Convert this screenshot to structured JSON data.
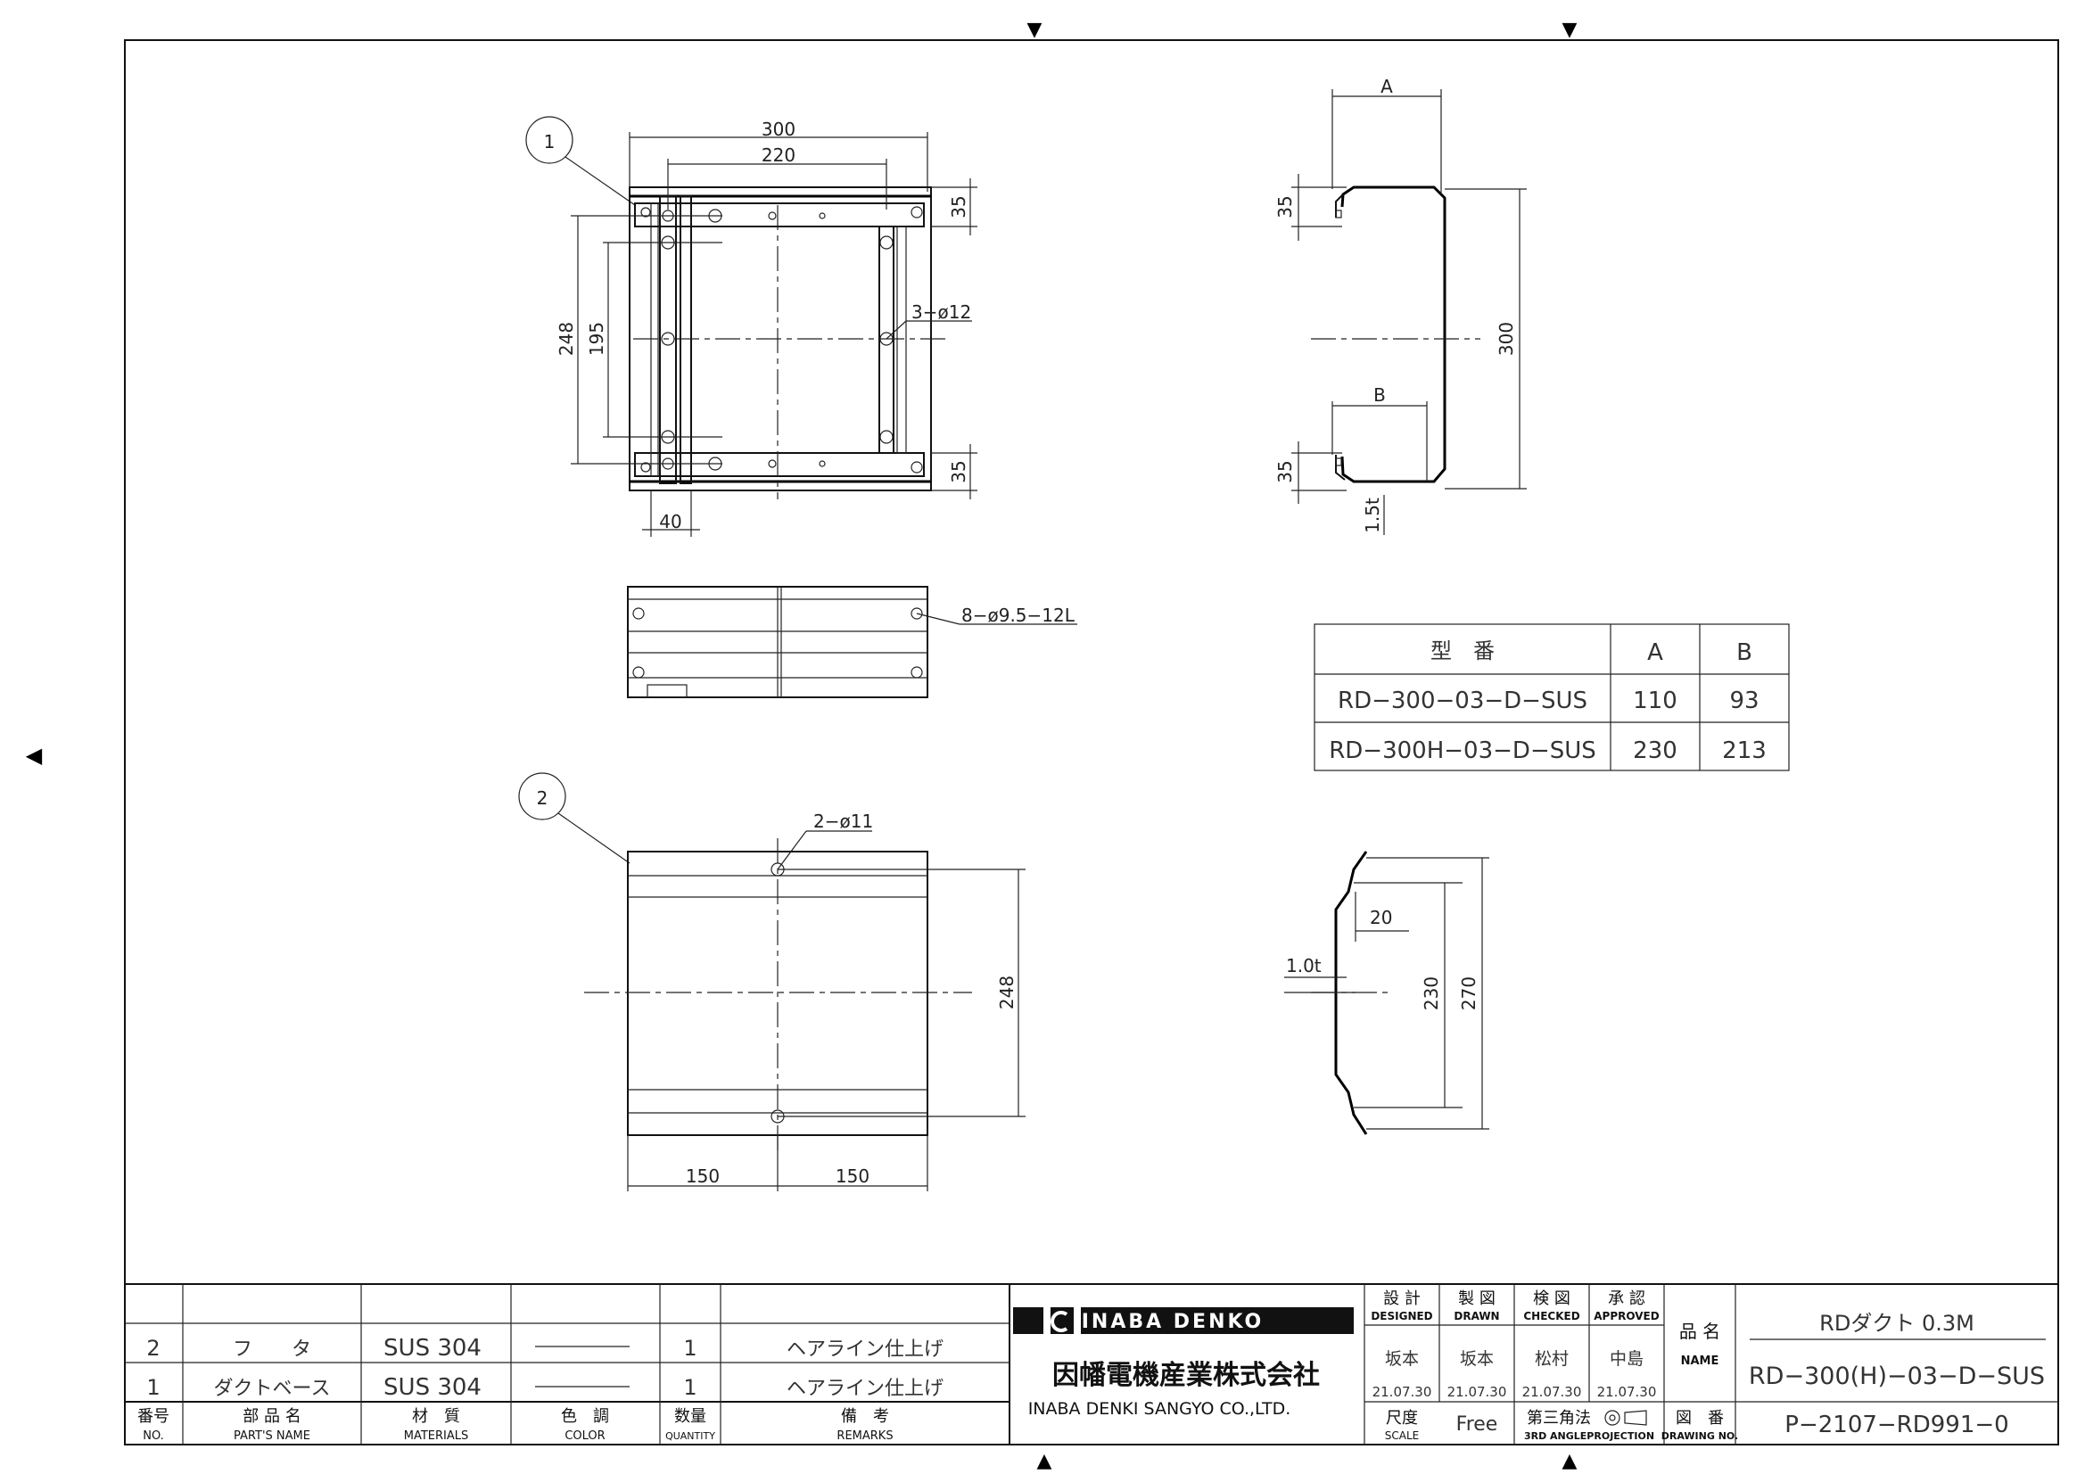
{
  "markers": {
    "top": "▼",
    "bottom": "▲",
    "left": "◀"
  },
  "part_view1": {
    "balloon": "1",
    "dims": {
      "w300": "300",
      "w220": "220",
      "h35a": "35",
      "h35b": "35",
      "h248": "248",
      "h195": "195",
      "w40": "40",
      "holes": "3−ø12"
    }
  },
  "side_view": {
    "slots": "8−ø9.5−12L"
  },
  "part_view2": {
    "balloon": "2",
    "dims": {
      "holes": "2−ø11",
      "h248": "248",
      "w150a": "150",
      "w150b": "150"
    }
  },
  "section_view1": {
    "dims": {
      "A": "A",
      "B": "B",
      "h35a": "35",
      "h35b": "35",
      "h300": "300",
      "t": "1.5t"
    }
  },
  "section_view2": {
    "dims": {
      "w20": "20",
      "t": "1.0t",
      "h230": "230",
      "h270": "270"
    }
  },
  "model_table": {
    "headers": [
      "型　番",
      "A",
      "B"
    ],
    "rows": [
      [
        "RD−300−03−D−SUS",
        "110",
        "93"
      ],
      [
        "RD−300H−03−D−SUS",
        "230",
        "213"
      ]
    ]
  },
  "bom": {
    "rows": [
      [
        "2",
        "フ　　タ",
        "SUS 304",
        "1",
        "ヘアライン仕上げ"
      ],
      [
        "1",
        "ダクトベース",
        "SUS 304",
        "1",
        "ヘアライン仕上げ"
      ]
    ],
    "headers": [
      {
        "jp": "番号",
        "en": "NO."
      },
      {
        "jp": "部 品 名",
        "en": "PART'S NAME"
      },
      {
        "jp": "材　質",
        "en": "MATERIALS"
      },
      {
        "jp": "色　調",
        "en": "COLOR"
      },
      {
        "jp": "数量",
        "en": "QUANTITY"
      },
      {
        "jp": "備　考",
        "en": "REMARKS"
      }
    ]
  },
  "company": {
    "logo_text": "INABA DENKO",
    "name_jp": "因幡電機産業株式会社",
    "name_en": "INABA DENKI SANGYO CO.,LTD."
  },
  "approvals": {
    "headers": [
      {
        "jp": "設 計",
        "en": "DESIGNED"
      },
      {
        "jp": "製 図",
        "en": "DRAWN"
      },
      {
        "jp": "検 図",
        "en": "CHECKED"
      },
      {
        "jp": "承 認",
        "en": "APPROVED"
      }
    ],
    "names": [
      "坂本",
      "坂本",
      "松村",
      "中島"
    ],
    "dates": [
      "21.07.30",
      "21.07.30",
      "21.07.30",
      "21.07.30"
    ]
  },
  "title_block": {
    "name_label_jp": "品 名",
    "name_label_en": "NAME",
    "product_name": "RDダクト 0.3M",
    "model": "RD−300(H)−03−D−SUS",
    "scale_label_jp": "尺度",
    "scale_label_en": "SCALE",
    "scale": "Free",
    "projection_jp": "第三角法",
    "projection_en": "3RD ANGLEPROJECTION",
    "drawing_no_label_jp": "図　番",
    "drawing_no_label_en": "DRAWING NO.",
    "drawing_no": "P−2107−RD991−0"
  }
}
